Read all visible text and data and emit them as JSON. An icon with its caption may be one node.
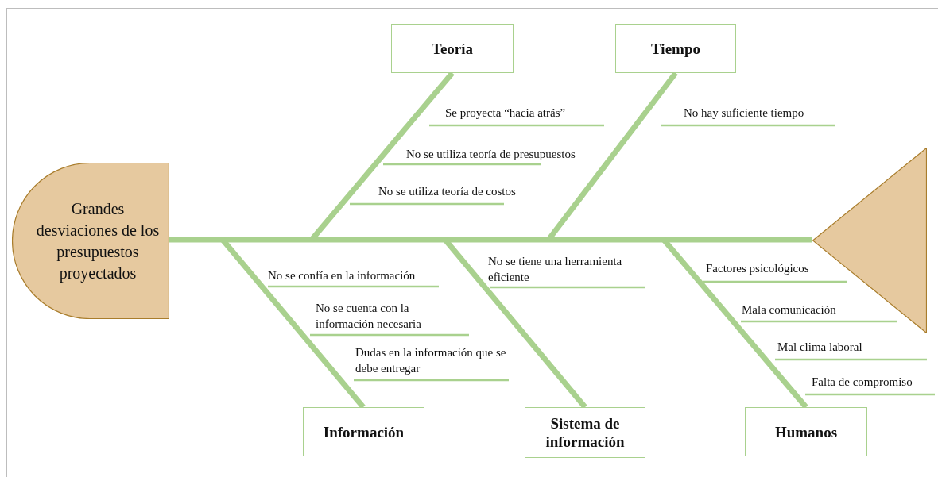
{
  "diagram": {
    "nodes": [
      {
        "text": [
          "Teoría"
        ]
      },
      {
        "text": [
          "Tiempo"
        ]
      },
      {
        "text": [
          "Grandes desviaciones de los presupuestos proyectados"
        ]
      },
      {
        "text": [],
        "shape": "triangle"
      },
      {
        "text": [
          "Información"
        ]
      },
      {
        "text": [
          "Sistema de información"
        ]
      },
      {
        "text": [
          "Humanos"
        ]
      }
    ],
    "edges": [
      {
        "from": 2,
        "to": 3,
        "arrow": "none"
      },
      {
        "from": 0,
        "to": null,
        "arrow": "none"
      },
      {
        "from": 1,
        "to": null,
        "arrow": "none"
      },
      {
        "from": 4,
        "to": null,
        "arrow": "none"
      },
      {
        "from": 5,
        "to": null,
        "arrow": "none"
      },
      {
        "from": 6,
        "to": null,
        "arrow": "none"
      }
    ],
    "labels": [
      "Se proyecta “hacia atrás”",
      "No se utiliza teoría de presupuestos",
      "No se utiliza teoría de costos",
      "No hay suficiente tiempo",
      "No se confía en la información",
      "No se cuenta con la información necesaria",
      "Dudas en la información que se debe entregar",
      "No se tiene una herramienta eficiente",
      "Factores psicológicos",
      "Mala comunicación",
      "Mal clima laboral",
      "Falta de compromiso"
    ]
  }
}
